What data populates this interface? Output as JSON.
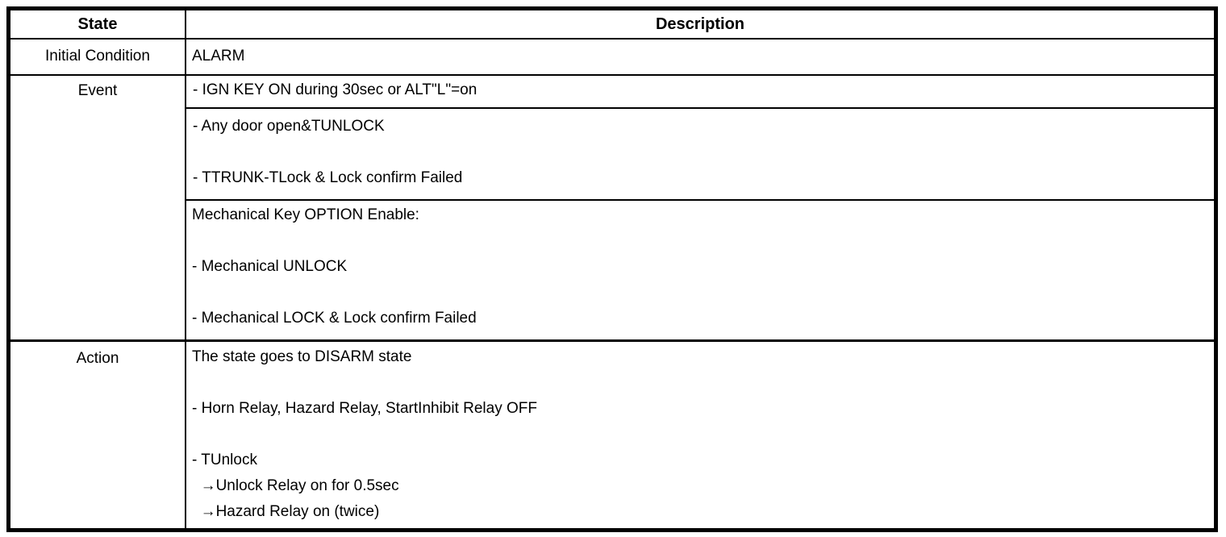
{
  "document": {
    "colors": {
      "border": "#000000",
      "background": "#ffffff",
      "text": "#000000"
    },
    "table": {
      "columns": {
        "state": "State",
        "description": "Description"
      },
      "rows": {
        "initial_condition": {
          "label": "Initial Condition",
          "description": "ALARM"
        },
        "event": {
          "label": "Event",
          "cells": [
            [
              "- IGN KEY ON during 30sec or ALT\"L\"=on"
            ],
            [
              "- Any door open&TUNLOCK",
              "",
              "- TTRUNK-TLock & Lock confirm Failed"
            ],
            [
              "Mechanical Key OPTION Enable:",
              "",
              "- Mechanical UNLOCK",
              "",
              "- Mechanical LOCK & Lock confirm Failed"
            ]
          ]
        },
        "action": {
          "label": "Action",
          "lines": [
            "The state goes to DISARM state",
            "",
            "- Horn Relay, Hazard Relay, StartInhibit Relay OFF",
            "",
            "- TUnlock",
            "  →Unlock Relay on for 0.5sec",
            "  →Hazard Relay on (twice)"
          ]
        }
      }
    }
  }
}
